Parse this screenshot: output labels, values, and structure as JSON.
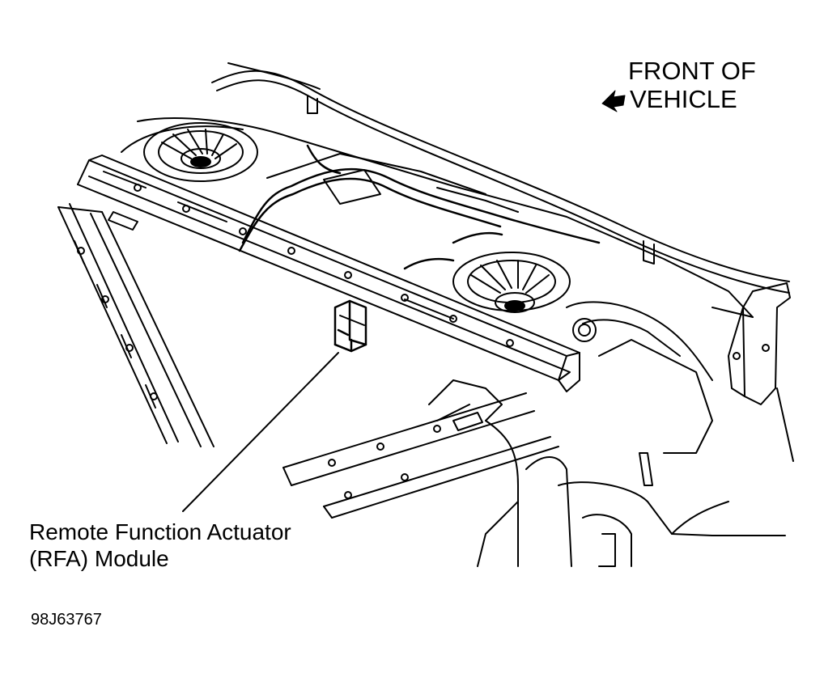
{
  "orientation": {
    "line1": "FRONT OF",
    "line2": "VEHICLE",
    "arrow_icon": "arrow-left-down-icon"
  },
  "callout": {
    "line1": "Remote Function Actuator",
    "line2": "(RFA) Module"
  },
  "figure_id": "98J63767",
  "colors": {
    "ink": "#000000",
    "paper": "#ffffff"
  }
}
